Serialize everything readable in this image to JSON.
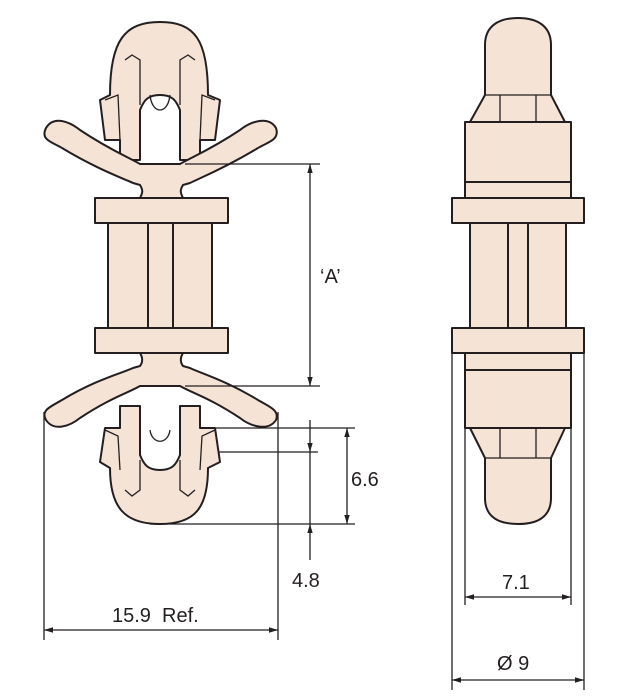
{
  "drawing": {
    "dimensions": {
      "a": "‘A’",
      "d66": "6.6",
      "d48": "4.8",
      "d159": "15.9  Ref.",
      "d71": "7.1",
      "d9": "Ø 9"
    },
    "colors": {
      "part_fill": "#f5e3d6",
      "outline": "#231f20",
      "background": "#ffffff"
    }
  }
}
